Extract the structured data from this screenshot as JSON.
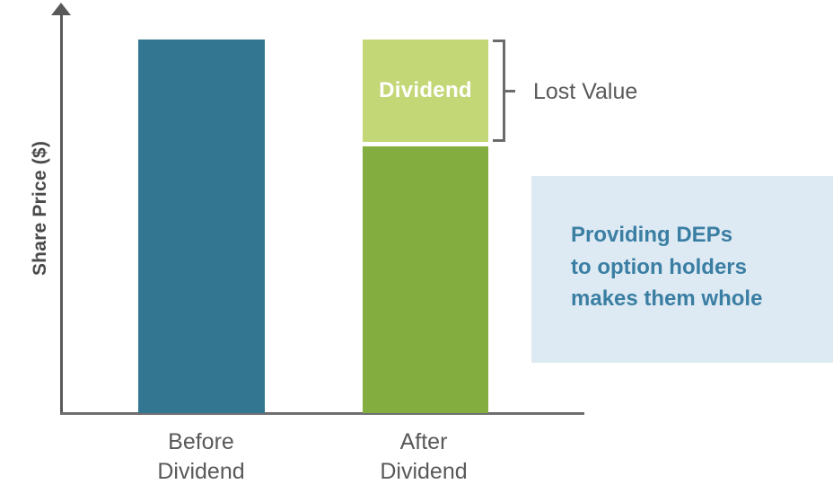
{
  "chart_data": {
    "type": "bar",
    "title": "",
    "xlabel": "",
    "ylabel": "Share Price ($)",
    "categories": [
      "Before Dividend",
      "After Dividend"
    ],
    "category_lines": [
      [
        "Before",
        "Dividend"
      ],
      [
        "After",
        "Dividend"
      ]
    ],
    "grid": false,
    "legend": "none",
    "ylim": [
      0,
      100
    ],
    "axis_has_arrow": true,
    "stacked": true,
    "series": [
      {
        "name": "Share Price",
        "values": [
          100,
          71
        ],
        "colors": [
          "#337692",
          "#84ad3f"
        ]
      },
      {
        "name": "Dividend",
        "values": [
          0,
          29
        ],
        "colors": [
          "",
          "#c4d777"
        ]
      }
    ],
    "bars": [
      {
        "category": "Before Dividend",
        "segments": [
          {
            "name": "share-price",
            "label": "",
            "value": 100,
            "color": "#337692"
          }
        ]
      },
      {
        "category": "After Dividend",
        "segments": [
          {
            "name": "dividend",
            "label": "Dividend",
            "value": 29,
            "color": "#c4d777"
          },
          {
            "name": "share-price",
            "label": "",
            "value": 71,
            "color": "#84ad3f"
          }
        ]
      }
    ],
    "annotations": [
      {
        "name": "lost-value-bracket",
        "label": "Lost Value",
        "spans_segment": "dividend",
        "color": "#595959"
      },
      {
        "name": "callout",
        "lines": [
          "Providing DEPs",
          "to option holders",
          "makes them whole"
        ],
        "background": "#ddeaf3",
        "text_color": "#3a7ea3"
      }
    ],
    "colors": {
      "before_bar": "#337692",
      "after_base_bar": "#84ad3f",
      "dividend_bar": "#c4d777",
      "axis": "#595959",
      "axis_text": "#595959",
      "callout_background": "#ddeaf3",
      "callout_text": "#3a7ea3",
      "segment_label_text": "#ffffff"
    }
  },
  "axis": {
    "y_label": "Share Price ($)"
  },
  "bars": {
    "before": {
      "label_line1": "Before",
      "label_line2": "Dividend"
    },
    "after": {
      "label_line1": "After",
      "label_line2": "Dividend",
      "segment_label": "Dividend"
    }
  },
  "annotations": {
    "lost_value": "Lost Value",
    "callout": {
      "line1": "Providing DEPs",
      "line2": "to option holders",
      "line3": "makes them whole"
    }
  }
}
